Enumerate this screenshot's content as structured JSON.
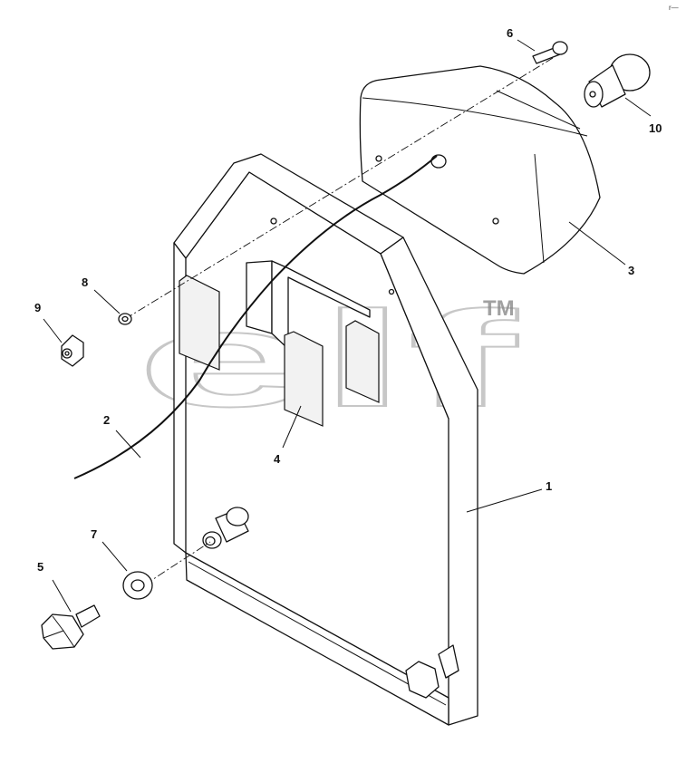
{
  "watermark": {
    "text": "elf",
    "tm": "TM"
  },
  "corner_mark": "r—",
  "callouts": [
    {
      "id": "1",
      "text": "1"
    },
    {
      "id": "2",
      "text": "2"
    },
    {
      "id": "3",
      "text": "3"
    },
    {
      "id": "4",
      "text": "4"
    },
    {
      "id": "5",
      "text": "5"
    },
    {
      "id": "6",
      "text": "6"
    },
    {
      "id": "7",
      "text": "7"
    },
    {
      "id": "8",
      "text": "8"
    },
    {
      "id": "9",
      "text": "9"
    },
    {
      "id": "10",
      "text": "10"
    }
  ]
}
